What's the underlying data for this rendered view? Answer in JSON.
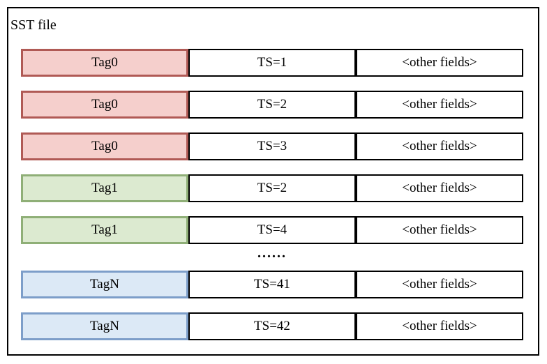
{
  "diagram": {
    "title": "SST file",
    "dots": "......",
    "colors": {
      "red_fill": "#F5CFCC",
      "red_border": "#B05A55",
      "green_fill": "#DCEAD0",
      "green_border": "#8FAF77",
      "blue_fill": "#DCE9F6",
      "blue_border": "#7D9EC9",
      "cell_border": "#000000"
    },
    "rows": [
      {
        "tag": "Tag0",
        "color": "red",
        "ts": "TS=1",
        "other": "<other fields>"
      },
      {
        "tag": "Tag0",
        "color": "red",
        "ts": "TS=2",
        "other": "<other fields>"
      },
      {
        "tag": "Tag0",
        "color": "red",
        "ts": "TS=3",
        "other": "<other fields>"
      },
      {
        "tag": "Tag1",
        "color": "green",
        "ts": "TS=2",
        "other": "<other fields>"
      },
      {
        "tag": "Tag1",
        "color": "green",
        "ts": "TS=4",
        "other": "<other fields>"
      },
      {
        "tag": "TagN",
        "color": "blue",
        "ts": "TS=41",
        "other": "<other fields>"
      },
      {
        "tag": "TagN",
        "color": "blue",
        "ts": "TS=42",
        "other": "<other fields>"
      }
    ]
  }
}
